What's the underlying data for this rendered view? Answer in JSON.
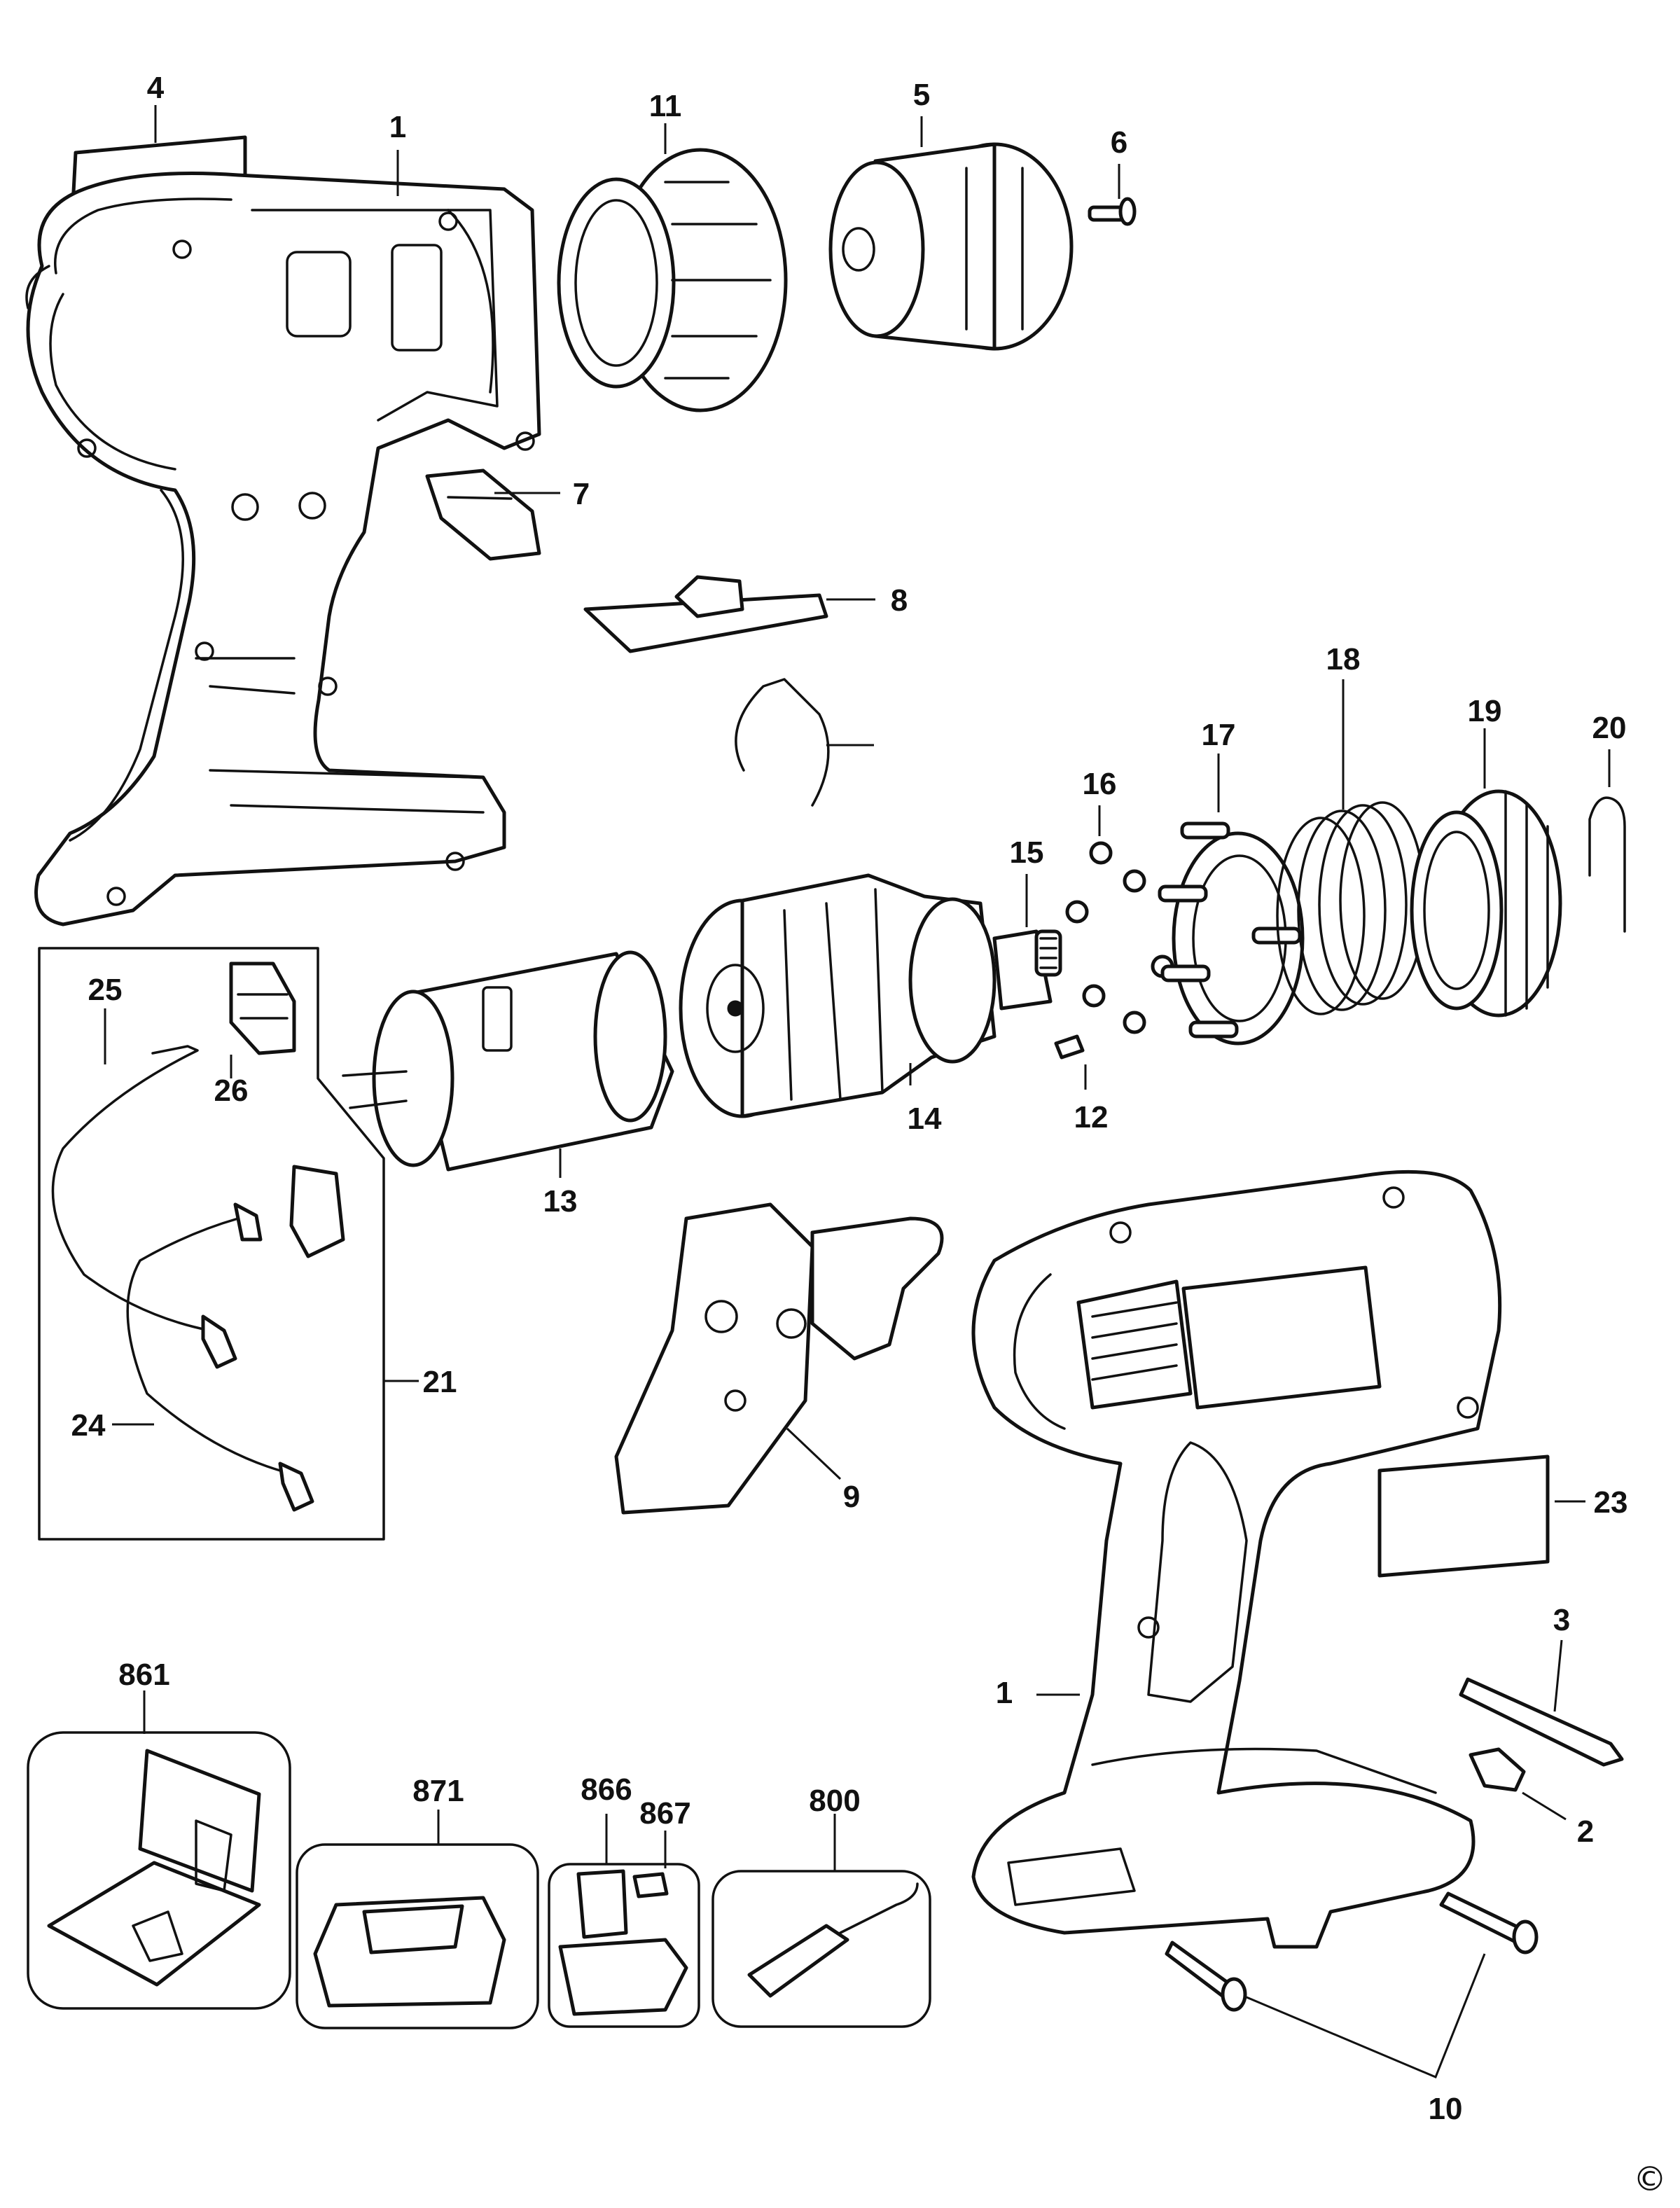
{
  "callouts": {
    "c1a": "1",
    "c1b": "1",
    "c2": "2",
    "c3": "3",
    "c4": "4",
    "c5": "5",
    "c6": "6",
    "c7": "7",
    "c8": "8",
    "c9": "9",
    "c10": "10",
    "c11": "11",
    "c12": "12",
    "c13": "13",
    "c14": "14",
    "c15": "15",
    "c16": "16",
    "c17": "17",
    "c18": "18",
    "c19": "19",
    "c20": "20",
    "c21": "21",
    "c23": "23",
    "c24": "24",
    "c25": "25",
    "c26": "26",
    "c800": "800",
    "c861": "861",
    "c866": "866",
    "c867": "867",
    "c871": "871"
  },
  "copyright_mark": "©",
  "colors": {
    "ink": "#111111",
    "background": "#ffffff"
  }
}
